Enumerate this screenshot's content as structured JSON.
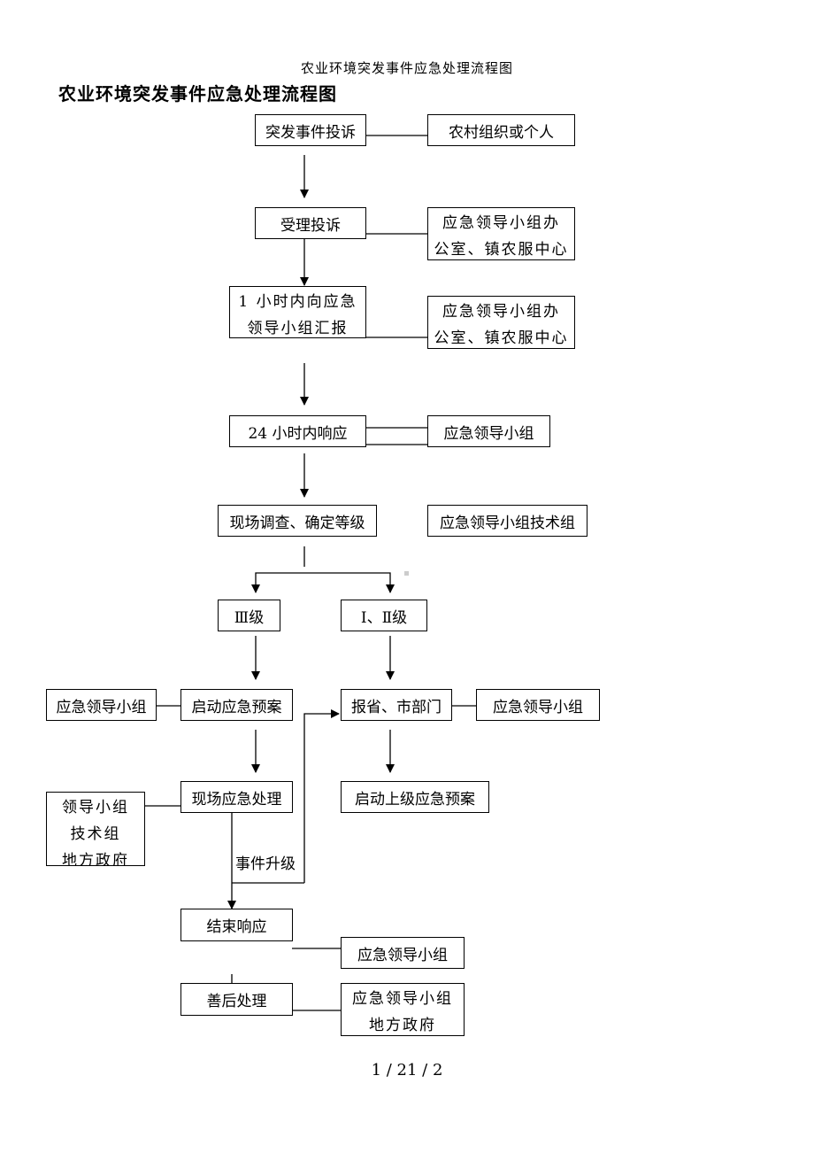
{
  "page": {
    "header": "农业环境突发事件应急处理流程图",
    "title": "农业环境突发事件应急处理流程图",
    "page_number": "1 / 21 / 2"
  },
  "nodes": {
    "complaint": "突发事件投诉",
    "rural_org": "农村组织或个人",
    "accept": "受理投诉",
    "office1": [
      "应急领导小组办",
      "公室、镇农服中心"
    ],
    "report1h": [
      "1 小时内向应急",
      "领导小组汇报"
    ],
    "office2": [
      "应急领导小组办",
      "公室、镇农服中心"
    ],
    "respond24": "24 小时内响应",
    "leader_group1": "应急领导小组",
    "investigate": "现场调查、确定等级",
    "tech_group": "应急领导小组技术组",
    "level3": "Ⅲ级",
    "level12": "Ⅰ、Ⅱ级",
    "leader_group_left": "应急领导小组",
    "start_plan": "启动应急预案",
    "report_prov": "报省、市部门",
    "leader_group_right": "应急领导小组",
    "onsite": "现场应急处理",
    "start_upper": "启动上级应急预案",
    "left_stack": [
      "领导小组",
      "技术组",
      "地方政府"
    ],
    "escalate": "事件升级",
    "end_response": "结束响应",
    "leader_group_end": "应急领导小组",
    "aftermath": "善后处理",
    "after_group": [
      "应急领导小组",
      "地方政府"
    ]
  }
}
